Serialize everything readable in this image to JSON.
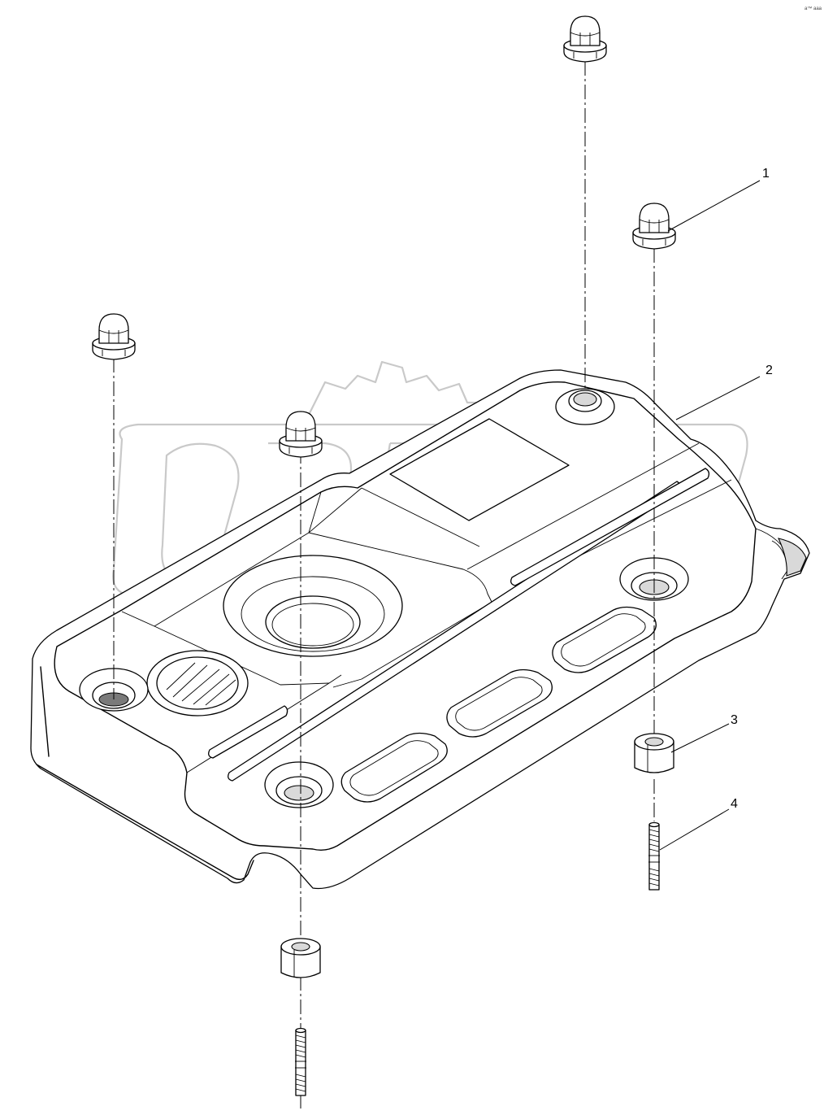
{
  "callouts": {
    "c1": "1",
    "c2": "2",
    "c3": "3",
    "c4": "4"
  },
  "corner_mark": "a™ aaa",
  "parts": {
    "cap_nut": "cap-nut",
    "engine_cover": "engine-cover",
    "spacer": "spacer-bushing",
    "stud": "threaded-stud"
  }
}
